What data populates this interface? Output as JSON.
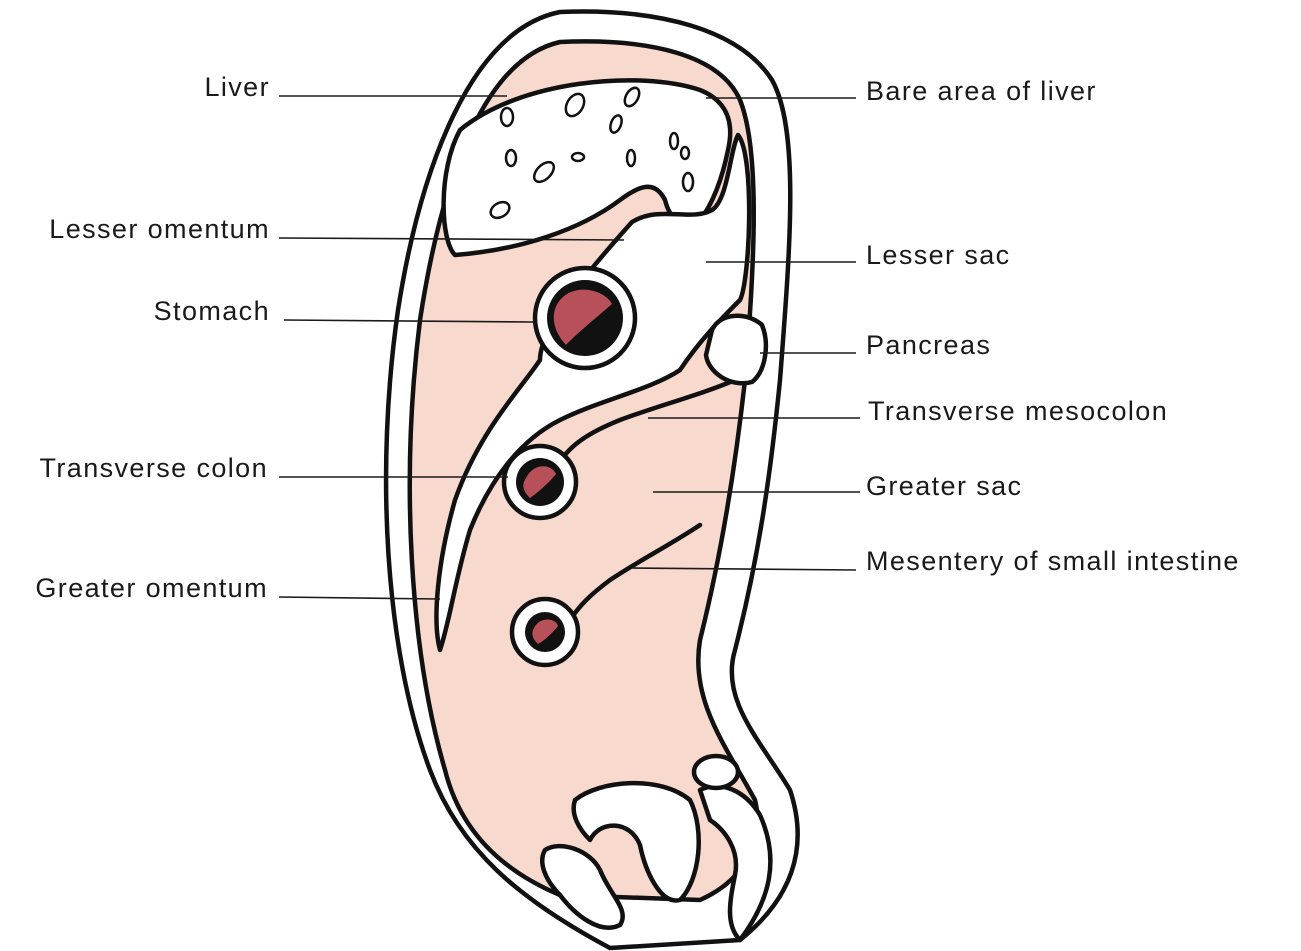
{
  "colors": {
    "peritoneal_cavity": "#f7d9ce",
    "lumen": "#b8505a",
    "outline": "#111111",
    "background": "#ffffff"
  },
  "labels": {
    "liver": "Liver",
    "lesser_omentum": "Lesser omentum",
    "stomach": "Stomach",
    "transverse_colon": "Transverse colon",
    "greater_omentum": "Greater omentum",
    "bare_area_of_liver": "Bare area of liver",
    "lesser_sac": "Lesser sac",
    "pancreas": "Pancreas",
    "transverse_mesocolon": "Transverse mesocolon",
    "greater_sac": "Greater sac",
    "mesentery_of_small_intestine": "Mesentery of small intestine"
  }
}
